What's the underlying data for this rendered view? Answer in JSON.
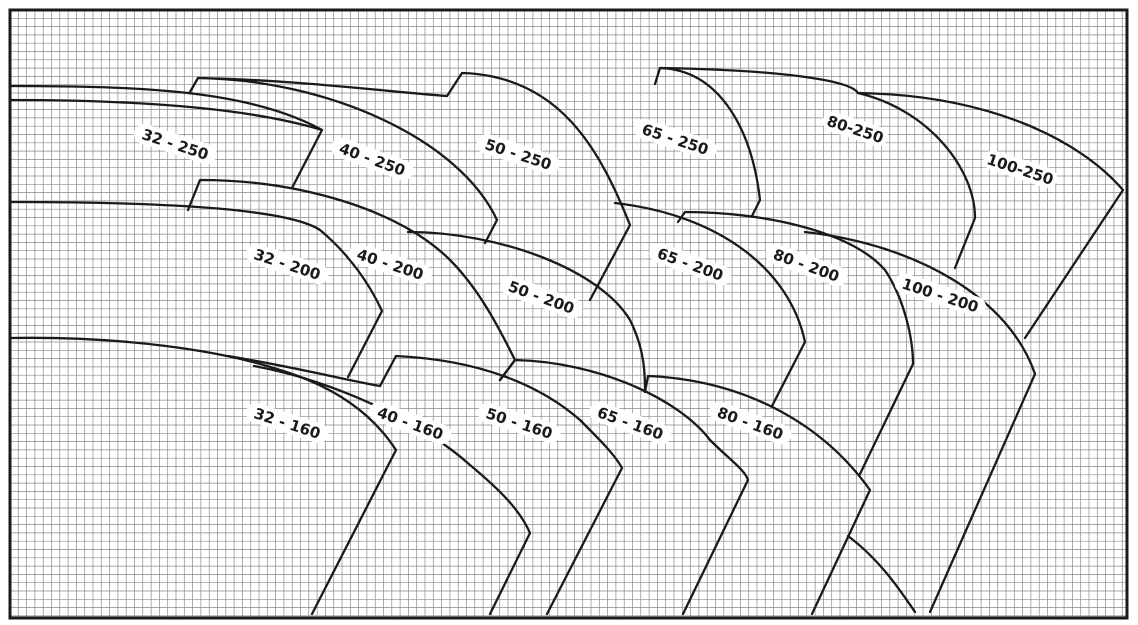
{
  "chart_data": {
    "type": "diagram",
    "description_free": true,
    "rows": [
      {
        "group": "250",
        "items": [
          {
            "label": "32 - 250"
          },
          {
            "label": "40 - 250"
          },
          {
            "label": "50 - 250"
          },
          {
            "label": "65 - 250"
          },
          {
            "label": "80-250"
          },
          {
            "label": "100-250"
          }
        ]
      },
      {
        "group": "200",
        "items": [
          {
            "label": "32 - 200"
          },
          {
            "label": "40 - 200"
          },
          {
            "label": "50 - 200"
          },
          {
            "label": "65 - 200"
          },
          {
            "label": "80 - 200"
          },
          {
            "label": "100 - 200"
          }
        ]
      },
      {
        "group": "160",
        "items": [
          {
            "label": "32 - 160"
          },
          {
            "label": "40 - 160"
          },
          {
            "label": "50 - 160"
          },
          {
            "label": "65 - 160"
          },
          {
            "label": "80 - 160"
          }
        ]
      }
    ],
    "grid": true,
    "colors": {
      "line": "#1a1a1a",
      "grid": "#8a8a8a",
      "background": "#ffffff"
    }
  }
}
